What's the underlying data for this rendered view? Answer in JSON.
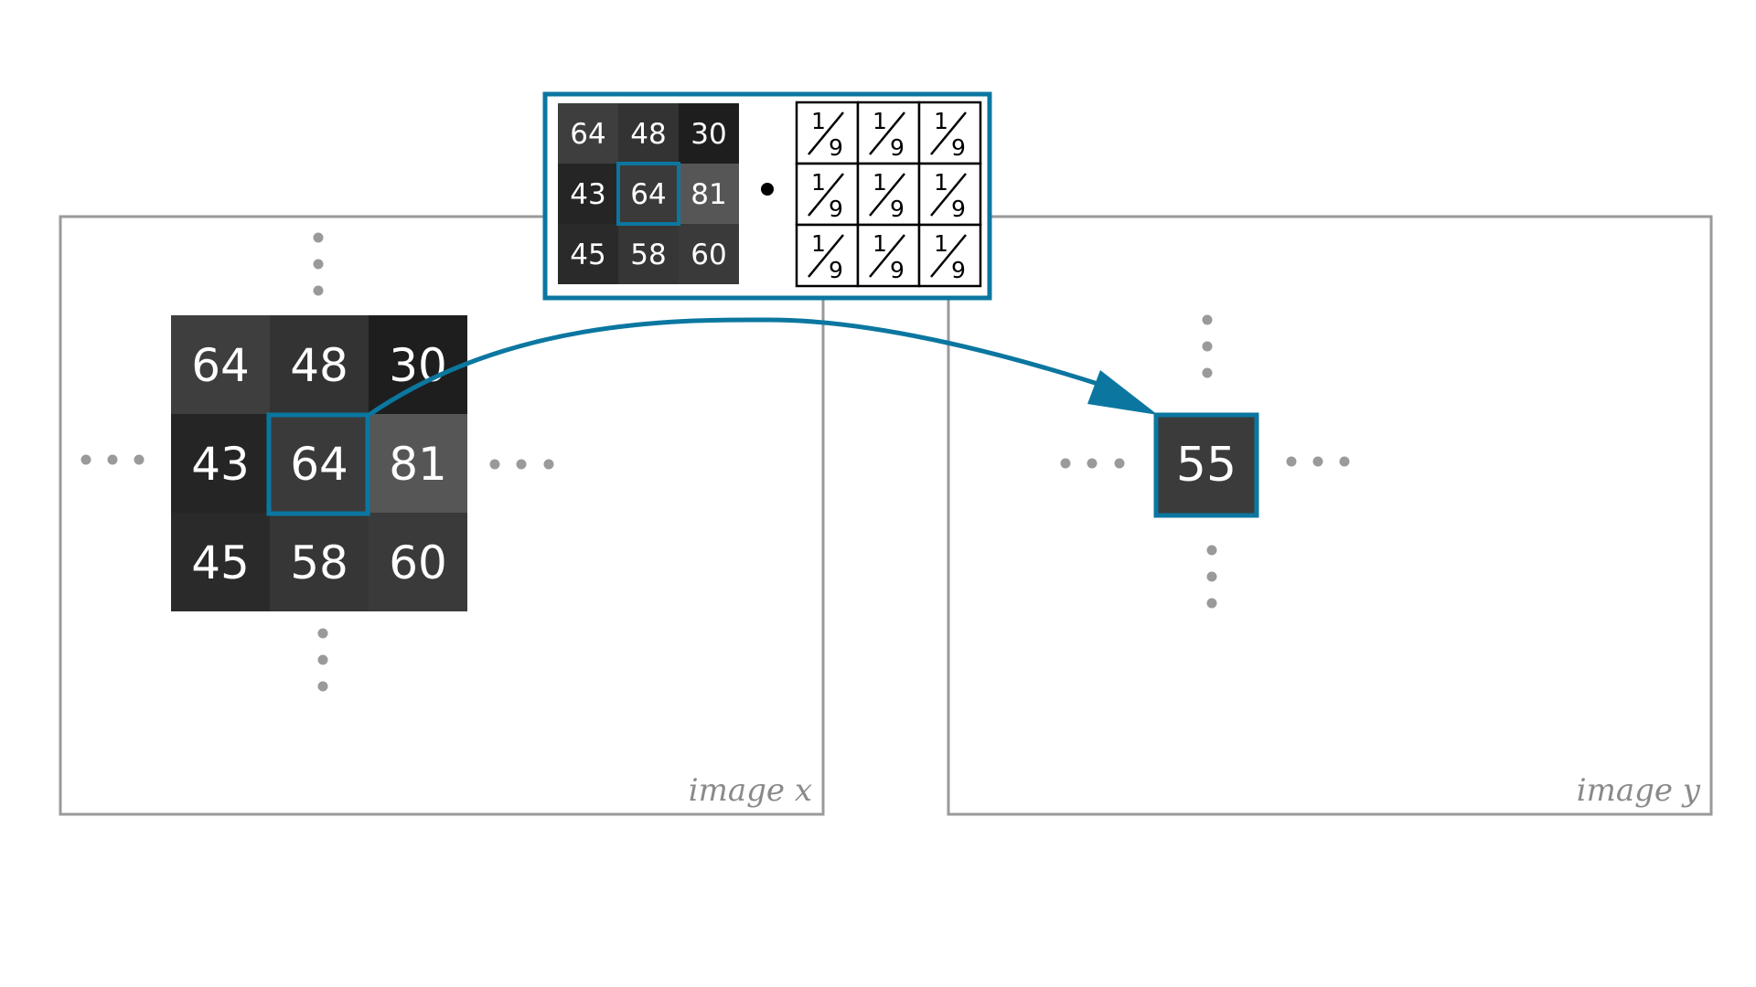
{
  "input_image": {
    "label": "image x",
    "pixels": [
      [
        "64",
        "48",
        "30"
      ],
      [
        "43",
        "64",
        "81"
      ],
      [
        "45",
        "58",
        "60"
      ]
    ],
    "shades": [
      [
        "#3e3e3e",
        "#333333",
        "#1e1e1e"
      ],
      [
        "#252525",
        "#3a3a3a",
        "#565656"
      ],
      [
        "#2a2a2a",
        "#363636",
        "#3a3a3a"
      ]
    ]
  },
  "kernel_box": {
    "patch": [
      [
        "64",
        "48",
        "30"
      ],
      [
        "43",
        "64",
        "81"
      ],
      [
        "45",
        "58",
        "60"
      ]
    ],
    "operator": "•",
    "kernel_numerator": "1",
    "kernel_denominator": "9"
  },
  "output_image": {
    "label": "image y",
    "pixel": "55",
    "shade": "#3b3b3b"
  },
  "colors": {
    "accent": "#0b77a0",
    "frame": "#9a9a9a",
    "dots": "#9a9a9a"
  }
}
